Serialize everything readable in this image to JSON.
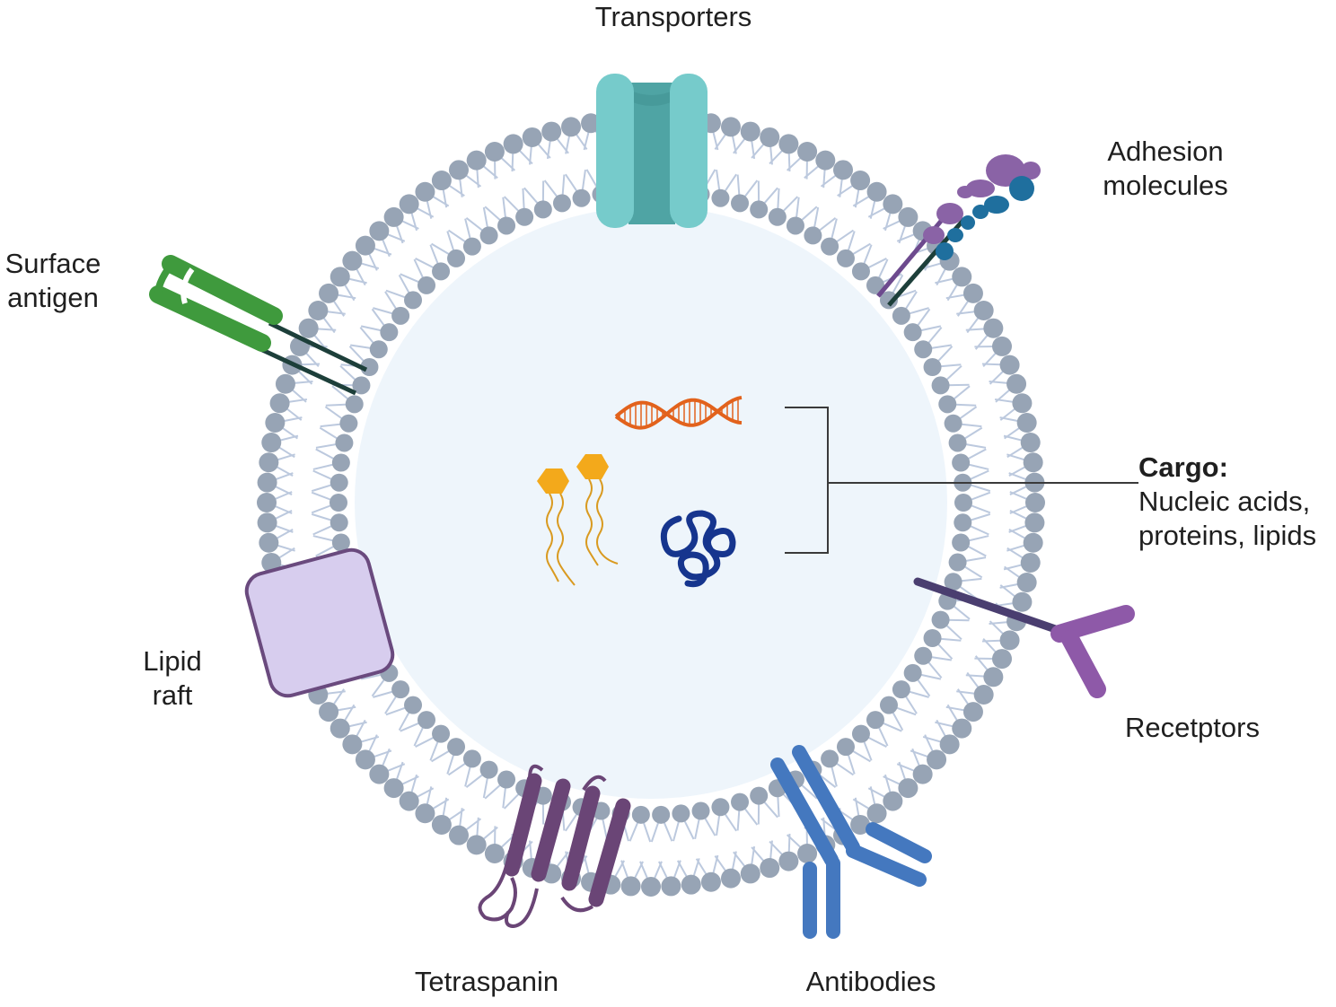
{
  "labels": {
    "transporters": "Transporters",
    "adhesion_line1": "Adhesion",
    "adhesion_line2": "molecules",
    "surface_line1": "Surface",
    "surface_line2": "antigen",
    "cargo_title": "Cargo:",
    "cargo_line1": "Nucleic acids,",
    "cargo_line2": "proteins, lipids",
    "lipid_line1": "Lipid",
    "lipid_line2": "raft",
    "receptors": "Recetptors",
    "tetraspanin": "Tetraspanin",
    "antibodies": "Antibodies"
  },
  "colors": {
    "head": "#97a4b5",
    "tail": "#bcc9de",
    "lumen": "#eef5fb",
    "transporter_outer": "#76cbcb",
    "transporter_inner": "#4fa4a4",
    "surface_antigen": "#3f9a3d",
    "adhesion_purple": "#8a63a6",
    "adhesion_blue": "#1f6f9e",
    "dna": "#e2621c",
    "lipid_cargo": "#f3a91b",
    "protein_cargo": "#16358e",
    "lipid_raft_fill": "#d7cdee",
    "lipid_raft_stroke": "#6a4a7e",
    "receptor_stem": "#4a3e70",
    "receptor_arm": "#8e59a8",
    "tetraspanin": "#6a4576",
    "antibody": "#4478bf",
    "bracket": "#3a3a3a"
  }
}
